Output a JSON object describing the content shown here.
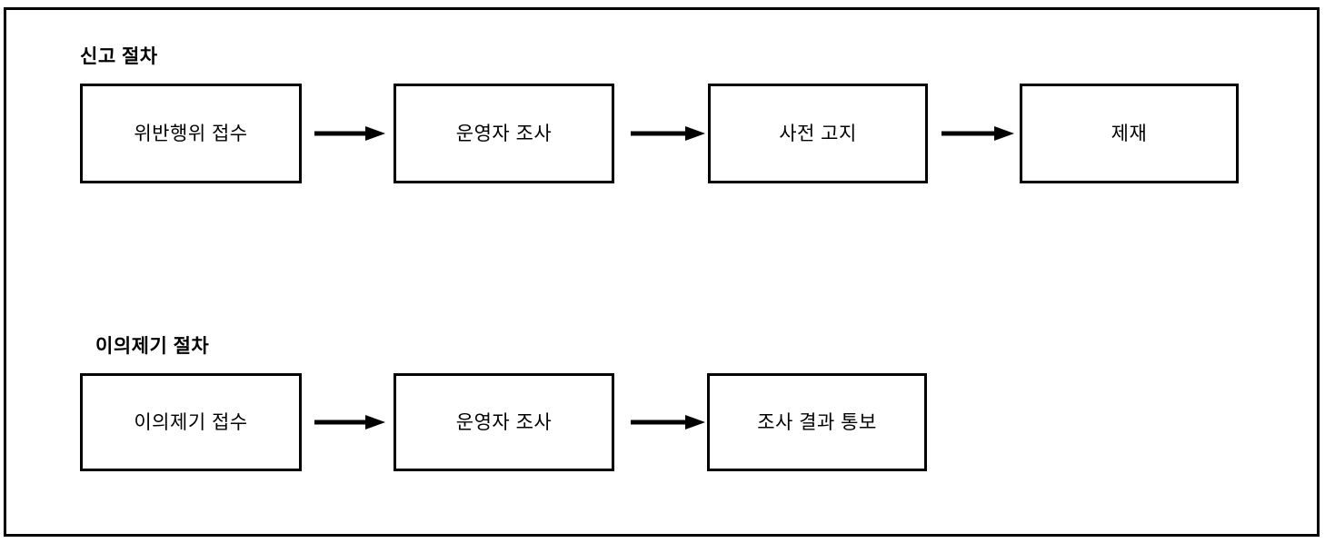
{
  "diagram": {
    "title_visible": false,
    "border_color": "#000000",
    "background_color": "#ffffff",
    "text_color": "#000000",
    "sections": [
      {
        "id": "report-procedure",
        "heading": "신고 절차",
        "steps": [
          {
            "label": "위반행위 접수"
          },
          {
            "label": "운영자 조사"
          },
          {
            "label": "사전 고지"
          },
          {
            "label": "제재"
          }
        ],
        "connectors": [
          {
            "type": "arrow-right"
          },
          {
            "type": "arrow-right"
          },
          {
            "type": "arrow-right"
          }
        ]
      },
      {
        "id": "objection-procedure",
        "heading": "이의제기 절차",
        "steps": [
          {
            "label": "이의제기 접수"
          },
          {
            "label": "운영자 조사"
          },
          {
            "label": "조사 결과 통보"
          }
        ],
        "connectors": [
          {
            "type": "arrow-right"
          },
          {
            "type": "arrow-right"
          }
        ]
      }
    ]
  }
}
